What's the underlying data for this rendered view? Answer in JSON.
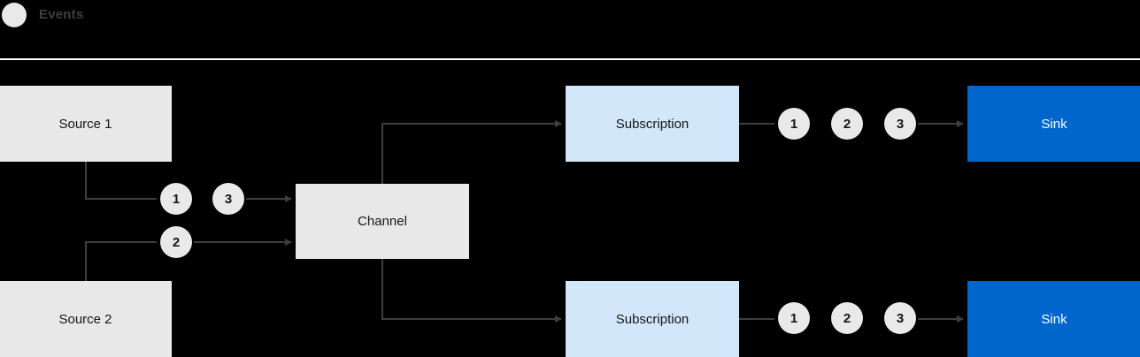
{
  "legend": {
    "icon": "event-dot-icon",
    "label": "Events"
  },
  "nodes": {
    "source1": "Source 1",
    "source2": "Source 2",
    "channel": "Channel",
    "subscription1": "Subscription",
    "subscription2": "Subscription",
    "sink1": "Sink",
    "sink2": "Sink"
  },
  "events": {
    "into_channel_top": [
      "1",
      "3"
    ],
    "into_channel_bottom": [
      "2"
    ],
    "to_sink_top": [
      "1",
      "2",
      "3"
    ],
    "to_sink_bottom": [
      "1",
      "2",
      "3"
    ]
  },
  "colors": {
    "background": "#000000",
    "box_gray": "#e8e8e8",
    "box_light_blue": "#d2e7f9",
    "box_blue": "#0066cc",
    "token": "#e9e9e9",
    "arrow": "#3c3f42",
    "divider": "#ffffff",
    "text_dark": "#151515",
    "text_light": "#ffffff"
  }
}
